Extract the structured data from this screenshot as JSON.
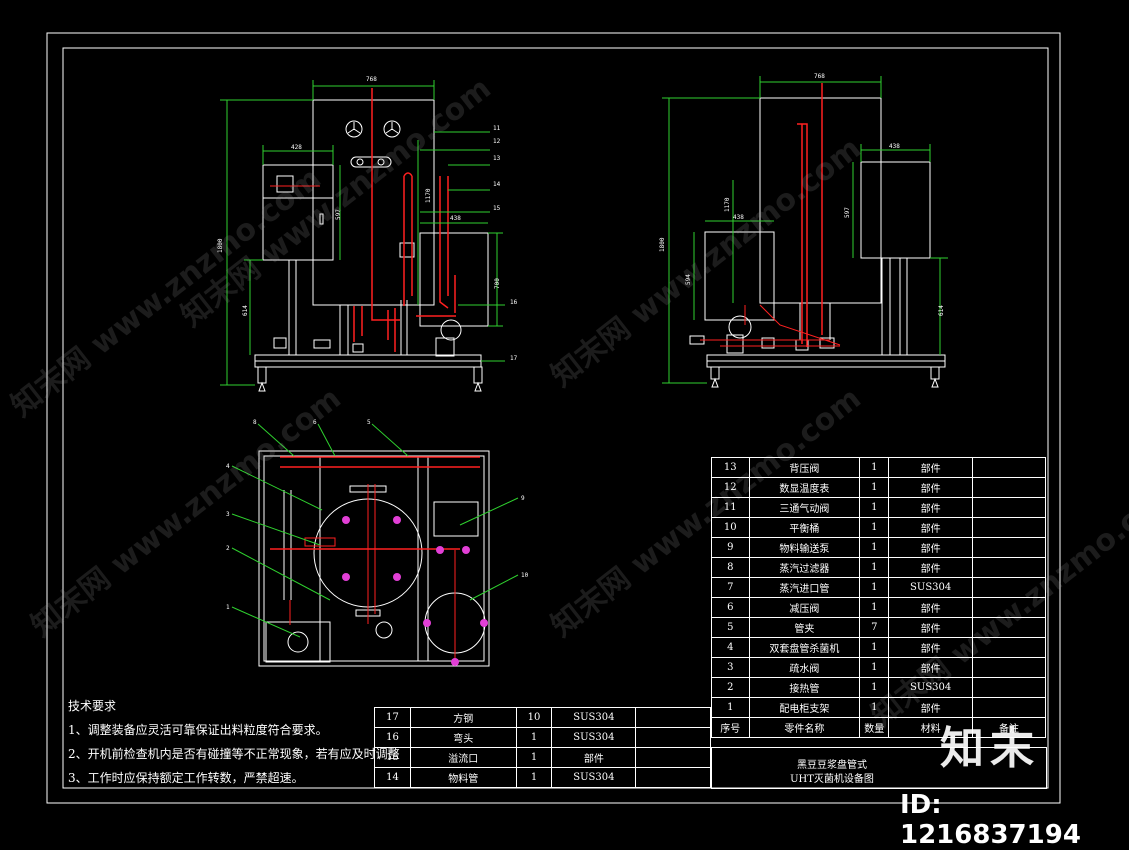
{
  "views": {
    "front": {
      "width_dim": "768",
      "box_width_dim": "428",
      "height_dim": "1800",
      "box_height_dim": "597",
      "leg_dim": "614",
      "side_dim": "1170",
      "tank_dim": "438",
      "tank_h_dim": "700"
    },
    "side": {
      "width_dim": "768",
      "box_width_dim": "438",
      "height_dim": "1800",
      "tank_h_dim": "1170",
      "box_w2_dim": "438",
      "left_h_dim": "594",
      "box_h_dim": "597",
      "leg_dim": "614"
    },
    "callouts_front": [
      "11",
      "12",
      "13",
      "14",
      "15",
      "16",
      "17"
    ],
    "callouts_top": [
      "8",
      "6",
      "5",
      "4",
      "3",
      "2",
      "1",
      "9",
      "10"
    ]
  },
  "tech_notes": {
    "heading": "技术要求",
    "items": [
      "1、调整装备应灵活可靠保证出料粒度符合要求。",
      "2、开机前检查机内是否有碰撞等不正常现象，若有应及时调整",
      "3、工作时应保持额定工作转数，严禁超速。"
    ]
  },
  "parts_table_upper": [
    {
      "no": "13",
      "name": "背压阀",
      "qty": "1",
      "material": "部件",
      "note": ""
    },
    {
      "no": "12",
      "name": "数显温度表",
      "qty": "1",
      "material": "部件",
      "note": ""
    },
    {
      "no": "11",
      "name": "三通气动阀",
      "qty": "1",
      "material": "部件",
      "note": ""
    },
    {
      "no": "10",
      "name": "平衡桶",
      "qty": "1",
      "material": "部件",
      "note": ""
    },
    {
      "no": "9",
      "name": "物料输送泵",
      "qty": "1",
      "material": "部件",
      "note": ""
    },
    {
      "no": "8",
      "name": "蒸汽过滤器",
      "qty": "1",
      "material": "部件",
      "note": ""
    },
    {
      "no": "7",
      "name": "蒸汽进口管",
      "qty": "1",
      "material": "SUS304",
      "note": ""
    },
    {
      "no": "6",
      "name": "减压阀",
      "qty": "1",
      "material": "部件",
      "note": ""
    },
    {
      "no": "5",
      "name": "管夹",
      "qty": "7",
      "material": "部件",
      "note": ""
    },
    {
      "no": "4",
      "name": "双套盘管杀菌机",
      "qty": "1",
      "material": "部件",
      "note": ""
    },
    {
      "no": "3",
      "name": "疏水阀",
      "qty": "1",
      "material": "部件",
      "note": ""
    },
    {
      "no": "2",
      "name": "接热管",
      "qty": "1",
      "material": "SUS304",
      "note": ""
    },
    {
      "no": "1",
      "name": "配电柜支架",
      "qty": "1",
      "material": "部件",
      "note": ""
    }
  ],
  "parts_header": {
    "no": "序号",
    "name": "零件名称",
    "qty": "数量",
    "material": "材料",
    "note": "备注"
  },
  "parts_table_lower": [
    {
      "no": "17",
      "name": "方钢",
      "qty": "10",
      "material": "SUS304",
      "note": ""
    },
    {
      "no": "16",
      "name": "弯头",
      "qty": "1",
      "material": "SUS304",
      "note": ""
    },
    {
      "no": "15",
      "name": "溢流口",
      "qty": "1",
      "material": "部件",
      "note": ""
    },
    {
      "no": "14",
      "name": "物料管",
      "qty": "1",
      "material": "SUS304",
      "note": ""
    }
  ],
  "title_block": {
    "line1": "黑豆豆浆盘管式",
    "line2": "UHT灭菌机设备图"
  },
  "brand": "知末",
  "id_text": "ID: 1216837194",
  "watermark": "知末网 www.znzmo.com",
  "colors": {
    "background": "#000000",
    "line": "#ffffff",
    "pipe_red": "#ff2020",
    "dim_green": "#2fd12f",
    "valve_magenta": "#e23fd6"
  }
}
